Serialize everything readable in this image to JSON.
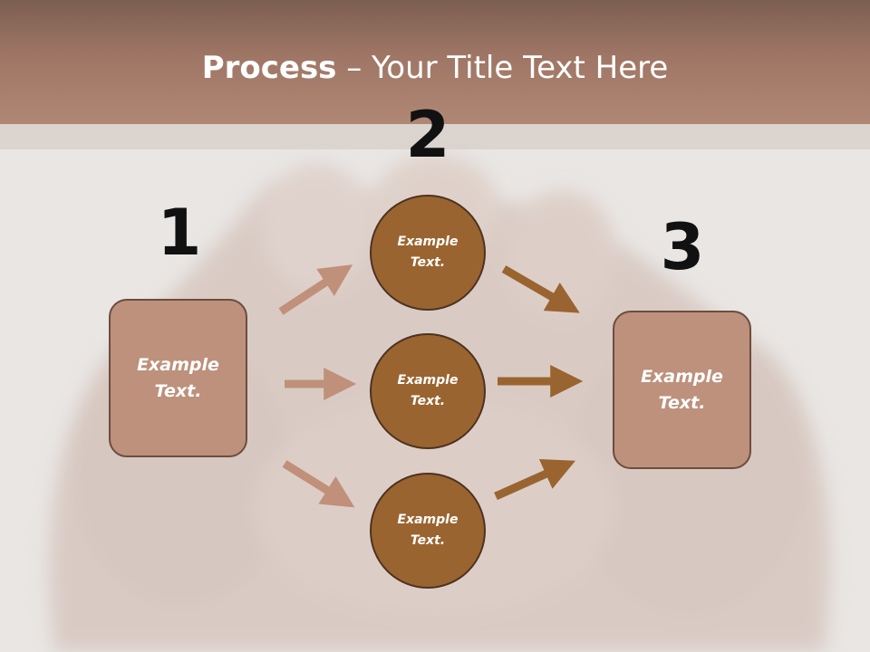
{
  "title": {
    "bold": "Process",
    "rest": " – Your Title Text Here"
  },
  "steps": {
    "one": "1",
    "two": "2",
    "three": "3"
  },
  "left_box": {
    "line1": "Example",
    "line2": "Text."
  },
  "right_box": {
    "line1": "Example",
    "line2": "Text."
  },
  "circles": [
    {
      "line1": "Example",
      "line2": "Text."
    },
    {
      "line1": "Example",
      "line2": "Text."
    },
    {
      "line1": "Example",
      "line2": "Text."
    }
  ],
  "colors": {
    "header": "#9f7665",
    "box_fill": "#bd917c",
    "circle_fill": "#9a6430",
    "arrow_light": "#c0907a",
    "arrow_dark": "#9a6430"
  }
}
